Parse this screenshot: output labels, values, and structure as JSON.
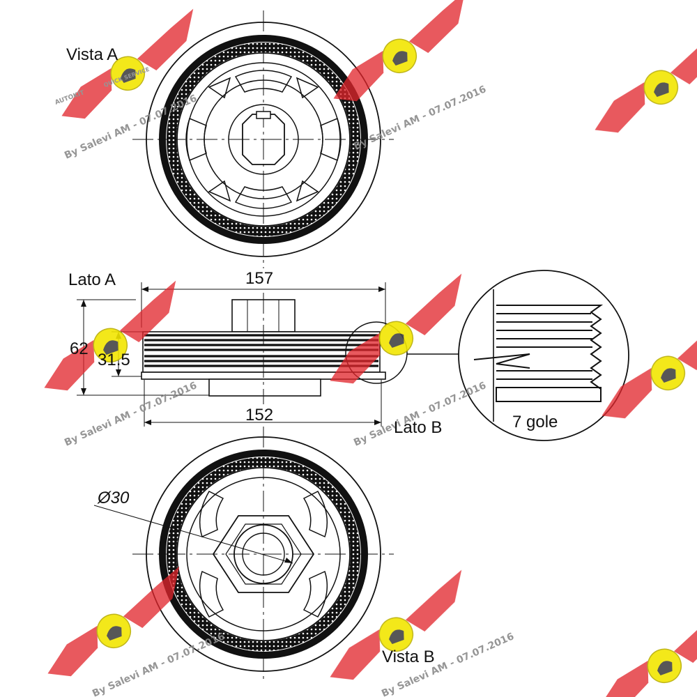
{
  "labels": {
    "view_a": "Vista A",
    "side_a": "Lato A",
    "side_b": "Lato B",
    "view_b": "Vista B",
    "grooves": "7 gole"
  },
  "dimensions": {
    "outer_width": "157",
    "inner_width": "152",
    "total_height": "62",
    "pulley_height": "31.5",
    "bore_diameter": "Ø30"
  },
  "watermark": {
    "text": "By Salevi AM - 07.07.2016",
    "brand": "AUTOKIT",
    "tag": "QUICK SERVICE",
    "color_red": "#e0262c",
    "color_yellow": "#f2e600"
  }
}
